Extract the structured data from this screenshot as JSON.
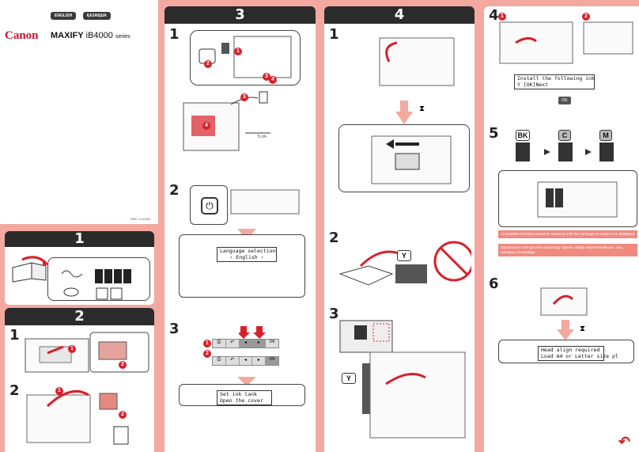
{
  "cover": {
    "lang_buttons": [
      "ENGLISH",
      "ҚАЗАҚША"
    ],
    "brand": "Canon",
    "model_name": "MAXIFY",
    "model_code": "iB4000",
    "model_suffix": "series",
    "doc_code": "RMC: K10409"
  },
  "steps": {
    "s1": "1",
    "s2": "2",
    "s3": "3",
    "s4": "4",
    "s5": "5",
    "s6": "6"
  },
  "sub": {
    "a": "1",
    "b": "2",
    "c": "3",
    "d": "4"
  },
  "markers": {
    "m1": "1",
    "m2": "2",
    "m3": "3",
    "m4": "4"
  },
  "panel3": {
    "cable_note": "5 cm",
    "lcd_lang_line1": "Language selection",
    "lcd_lang_line2": "English",
    "lcd_set_line1": "Set ink tank",
    "lcd_set_line2": "Open the cover",
    "ok_label": "OK"
  },
  "panel4": {
    "ink_label_y": "Y",
    "ink_label_y2": "Y",
    "lcd_install_line1": "Install the following ink",
    "lcd_install_line2": "Y  [OK]Next",
    "ok_label": "OK",
    "ink_bk": "BK",
    "ink_c": "C",
    "ink_m": "M",
    "warning_en": "An installed ink tank cannot be removed until the message to replace it is displayed.",
    "warning_kz": "Орнатылған сия құтысын ауыстыру туралы хабар көрсетілмейінше, оны шығаруға болмайды.",
    "lcd_head_line1": "Head align required",
    "lcd_head_line2": "Load A4 or Letter size pl"
  },
  "colors": {
    "accent_red": "#d8202a",
    "pink_bg": "#f3a9a0",
    "dark_header": "#2b2b2b"
  }
}
